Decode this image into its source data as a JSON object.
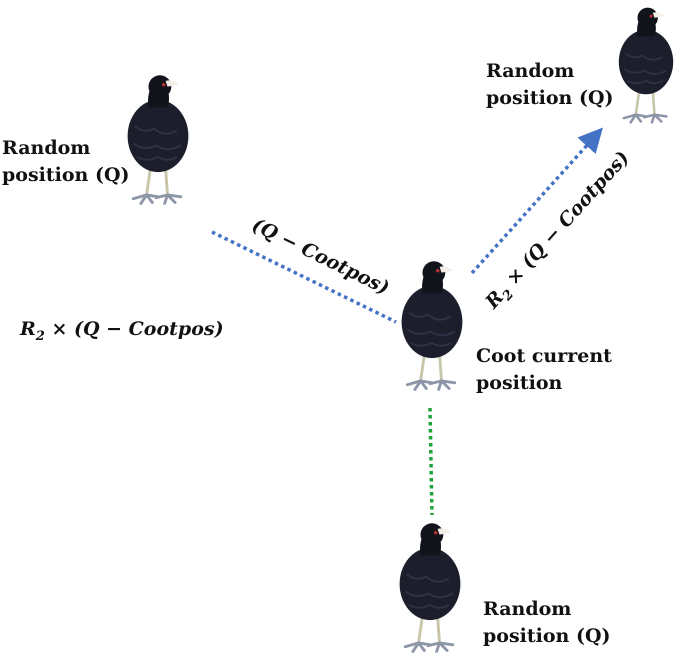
{
  "labels": {
    "random_position_line1": "Random",
    "random_position_line2": "position (Q)",
    "current_line1": "Coot current",
    "current_line2": "position"
  },
  "formulas": {
    "difference": "(Q − Cootpos)",
    "scaled_prefix": "R",
    "scaled_subscript": "2",
    "scaled_rest": " × (Q − Cootpos)"
  },
  "colors": {
    "blue_dotted": "#4472C4",
    "green_dotted": "#1FA33A",
    "bird_body": "#1c1f2b",
    "bird_head": "#12141c",
    "beak": "#f3efe6",
    "legs": "#c7c6a8",
    "feet": "#8d96a8"
  }
}
